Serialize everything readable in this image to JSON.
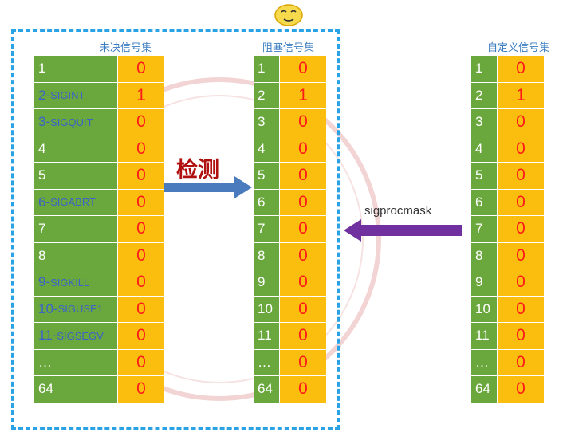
{
  "panels": {
    "pending": {
      "title": "未决信号集",
      "rows": [
        {
          "label": "1",
          "name": "",
          "bit": "0"
        },
        {
          "label": "2-",
          "name": "SIGINT",
          "bit": "1"
        },
        {
          "label": "3-",
          "name": "SIGQUIT",
          "bit": "0"
        },
        {
          "label": "4",
          "name": "",
          "bit": "0"
        },
        {
          "label": "5",
          "name": "",
          "bit": "0"
        },
        {
          "label": "6-",
          "name": "SIGABRT",
          "bit": "0"
        },
        {
          "label": "7",
          "name": "",
          "bit": "0"
        },
        {
          "label": "8",
          "name": "",
          "bit": "0"
        },
        {
          "label": "9-",
          "name": "SIGKILL",
          "bit": "0"
        },
        {
          "label": "10-",
          "name": "SIGUSE1",
          "bit": "0"
        },
        {
          "label": "11-",
          "name": "SIGSEGV",
          "bit": "0"
        },
        {
          "label": "…",
          "name": "",
          "bit": "0"
        },
        {
          "label": "64",
          "name": "",
          "bit": "0"
        }
      ]
    },
    "blocked": {
      "title": "阻塞信号集",
      "rows": [
        {
          "label": "1",
          "bit": "0"
        },
        {
          "label": "2",
          "bit": "1"
        },
        {
          "label": "3",
          "bit": "0"
        },
        {
          "label": "4",
          "bit": "0"
        },
        {
          "label": "5",
          "bit": "0"
        },
        {
          "label": "6",
          "bit": "0"
        },
        {
          "label": "7",
          "bit": "0"
        },
        {
          "label": "8",
          "bit": "0"
        },
        {
          "label": "9",
          "bit": "0"
        },
        {
          "label": "10",
          "bit": "0"
        },
        {
          "label": "11",
          "bit": "0"
        },
        {
          "label": "…",
          "bit": "0"
        },
        {
          "label": "64",
          "bit": "0"
        }
      ]
    },
    "custom": {
      "title": "自定义信号集",
      "rows": [
        {
          "label": "1",
          "bit": "0"
        },
        {
          "label": "2",
          "bit": "1"
        },
        {
          "label": "3",
          "bit": "0"
        },
        {
          "label": "4",
          "bit": "0"
        },
        {
          "label": "5",
          "bit": "0"
        },
        {
          "label": "6",
          "bit": "0"
        },
        {
          "label": "7",
          "bit": "0"
        },
        {
          "label": "8",
          "bit": "0"
        },
        {
          "label": "9",
          "bit": "0"
        },
        {
          "label": "10",
          "bit": "0"
        },
        {
          "label": "11",
          "bit": "0"
        },
        {
          "label": "…",
          "bit": "0"
        },
        {
          "label": "64",
          "bit": "0"
        }
      ]
    }
  },
  "arrows": {
    "detect_label": "检测",
    "sigprocmask_label": "sigprocmask"
  },
  "colors": {
    "green": "#6aa83e",
    "yellow": "#fbbe0f",
    "red": "#ff1a1a",
    "blue_text": "#3b63c8",
    "dashed": "#2aa3e6",
    "detect_arrow": "#4a7bbd",
    "mask_arrow": "#7030a0"
  },
  "icons": {
    "face": "emoji-face-icon"
  }
}
